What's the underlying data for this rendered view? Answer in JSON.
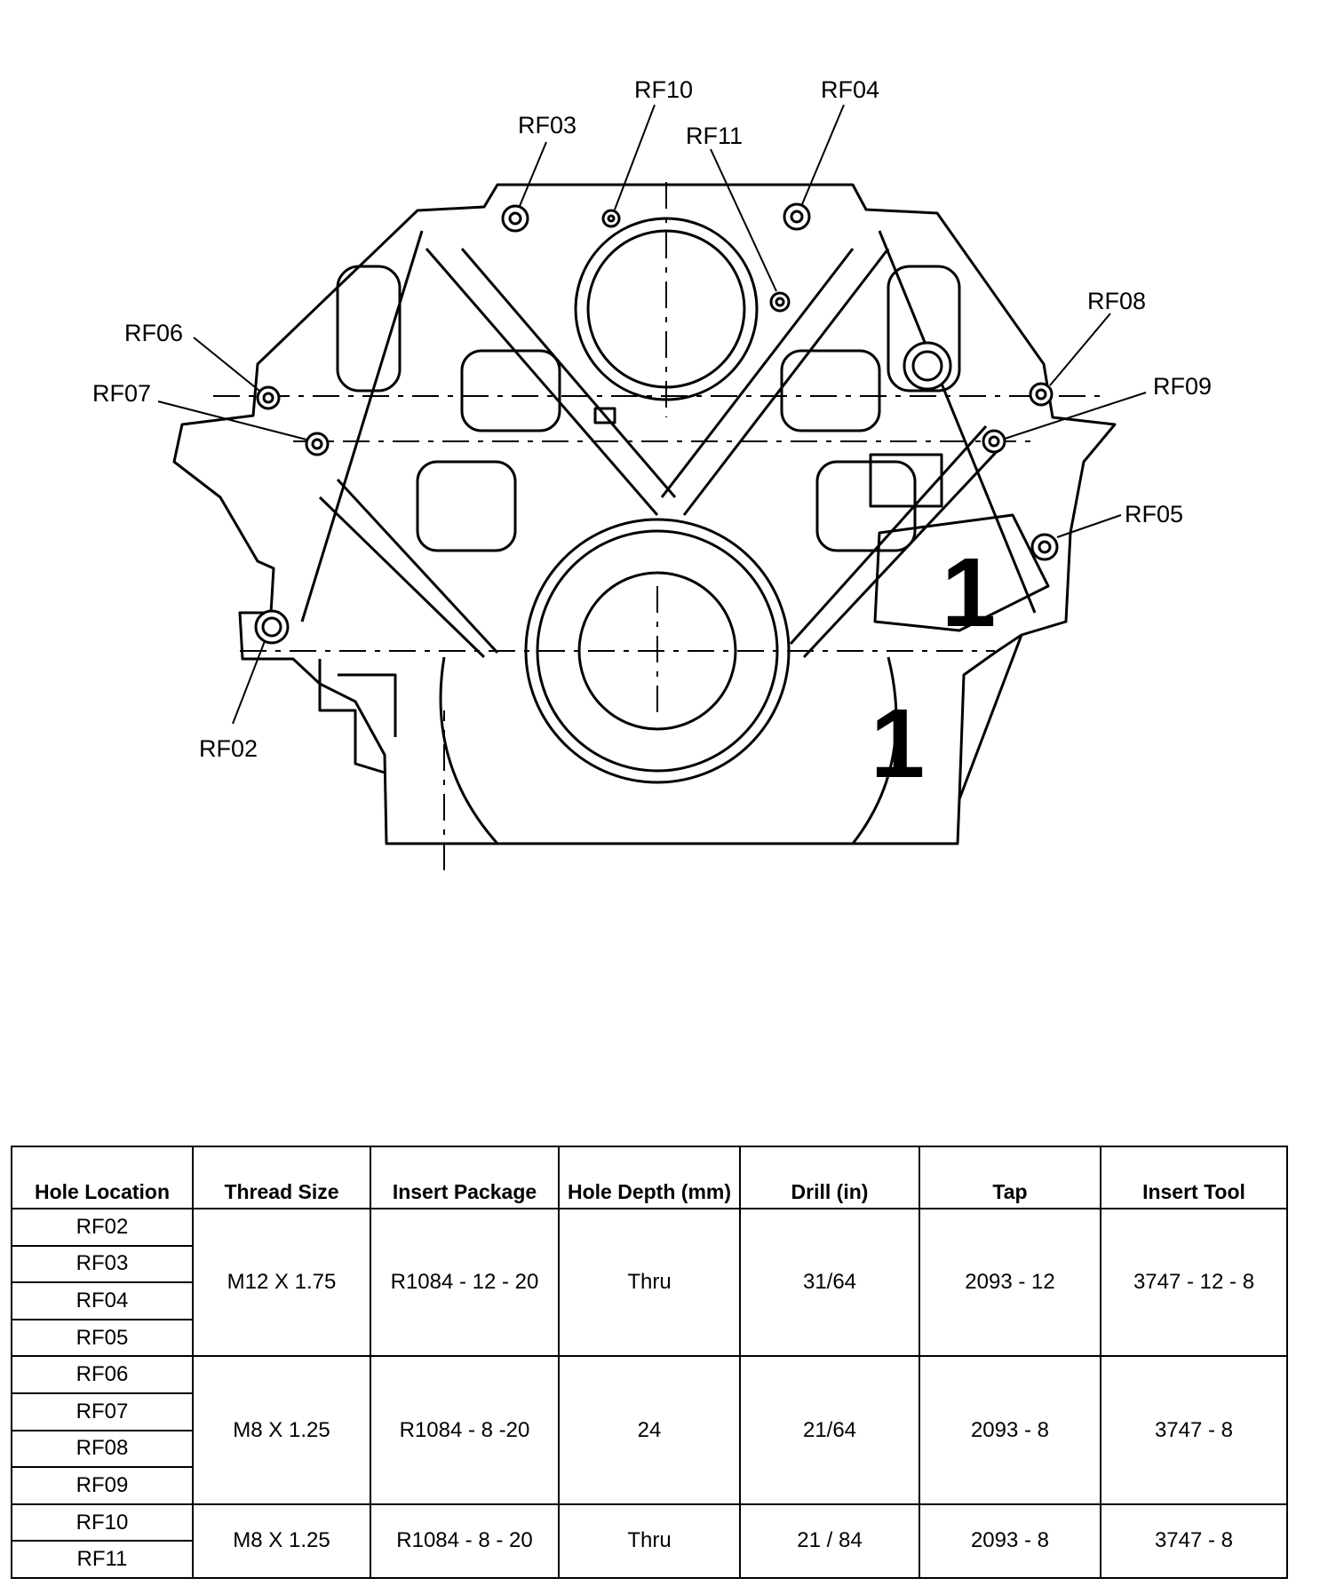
{
  "diagram": {
    "callouts": [
      "RF02",
      "RF03",
      "RF04",
      "RF05",
      "RF06",
      "RF07",
      "RF08",
      "RF09",
      "RF10",
      "RF11"
    ],
    "section_marks": [
      "1",
      "1"
    ]
  },
  "table": {
    "headers": [
      "Hole Location",
      "Thread Size",
      "Insert Package",
      "Hole Depth (mm)",
      "Drill (in)",
      "Tap",
      "Insert Tool"
    ],
    "groups": [
      {
        "locations": [
          "RF02",
          "RF03",
          "RF04",
          "RF05"
        ],
        "thread_size": "M12 X 1.75",
        "insert_package": "R1084 - 12 - 20",
        "hole_depth": "Thru",
        "drill": "31/64",
        "tap": "2093 - 12",
        "insert_tool": "3747 - 12 - 8"
      },
      {
        "locations": [
          "RF06",
          "RF07",
          "RF08",
          "RF09"
        ],
        "thread_size": "M8 X 1.25",
        "insert_package": "R1084 - 8 -20",
        "hole_depth": "24",
        "drill": "21/64",
        "tap": "2093 - 8",
        "insert_tool": "3747 - 8"
      },
      {
        "locations": [
          "RF10",
          "RF11"
        ],
        "thread_size": "M8 X 1.25",
        "insert_package": "R1084 - 8 - 20",
        "hole_depth": "Thru",
        "drill": "21 / 84",
        "tap": "2093 - 8",
        "insert_tool": "3747 - 8"
      }
    ]
  }
}
